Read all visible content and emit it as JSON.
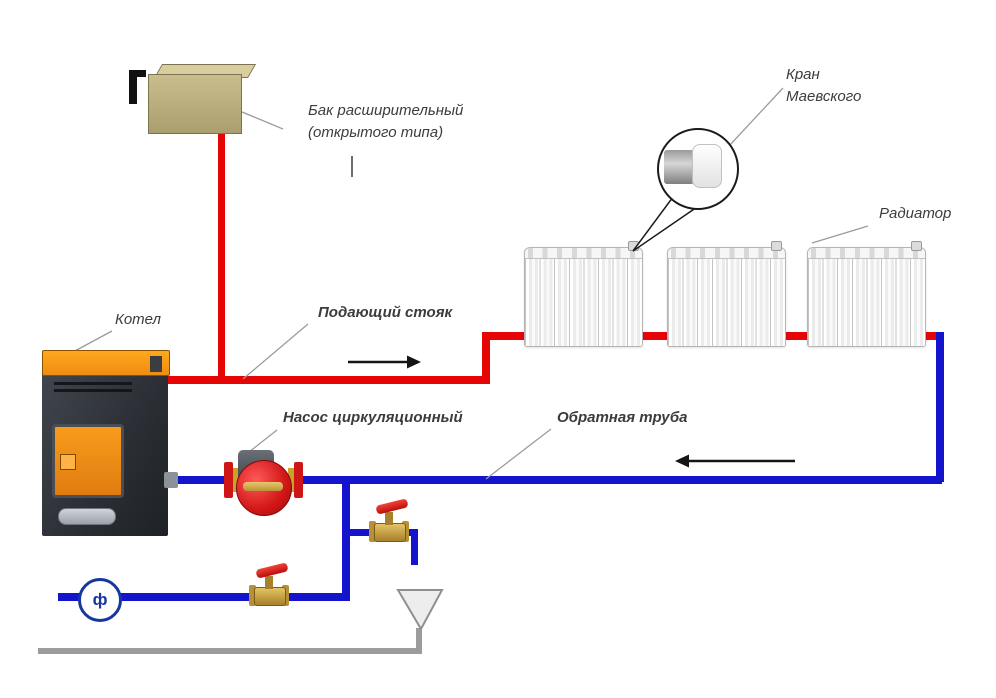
{
  "labels": {
    "expansion_tank": [
      "Бак расширительный",
      "(открытого типа)"
    ],
    "mayevsky_valve": [
      "Кран",
      "Маевского"
    ],
    "radiator": "Радиатор",
    "boiler": "Котел",
    "supply_riser": "Подающий стояк",
    "circulation_pump": "Насос циркуляционный",
    "return_pipe": "Обратная труба",
    "filter_symbol": "ф"
  },
  "colors": {
    "supply_pipe": "#e60505",
    "return_pipe": "#1414cc",
    "drain_pipe": "#9c9c9c",
    "boiler_accent": "#f7941d",
    "pump_body": "#d31616",
    "valve_handle": "#d61f1f",
    "filter_blue": "#16379e",
    "label_text": "#3c3c3c"
  }
}
